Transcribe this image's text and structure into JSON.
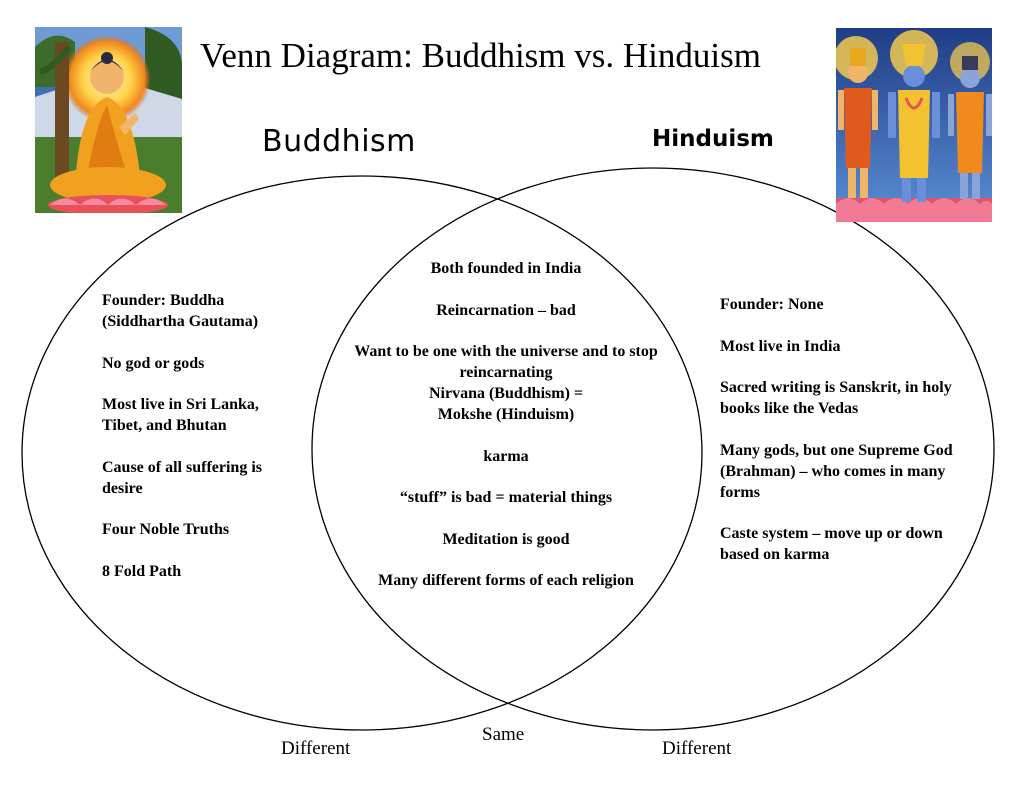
{
  "title": "Venn Diagram: Buddhism vs. Hinduism",
  "sets": {
    "left_label": "Buddhism",
    "right_label": "Hinduism"
  },
  "left_items": [
    "Founder:  Buddha (Siddhartha Gautama)",
    "No god or gods",
    "Most live in Sri Lanka, Tibet, and Bhutan",
    "Cause of all suffering is desire",
    "Four Noble Truths",
    "8 Fold Path"
  ],
  "center_items": [
    "Both founded in India",
    "Reincarnation – bad",
    "Want to be one with the universe and to stop reincarnating\nNirvana (Buddhism) =\nMokshe (Hinduism)",
    "karma",
    "“stuff” is bad = material things",
    "Meditation is good",
    "Many different forms of each religion"
  ],
  "right_items": [
    "Founder:  None",
    "Most live in India",
    "Sacred writing is Sanskrit, in holy books like the Vedas",
    "Many gods, but one Supreme God (Brahman) – who comes in many forms",
    "Caste system – move up or down based on karma"
  ],
  "footer": {
    "left": "Different",
    "center": "Same",
    "right": "Different"
  },
  "images": {
    "left": "buddha-painting",
    "right": "hindu-deities-painting"
  }
}
